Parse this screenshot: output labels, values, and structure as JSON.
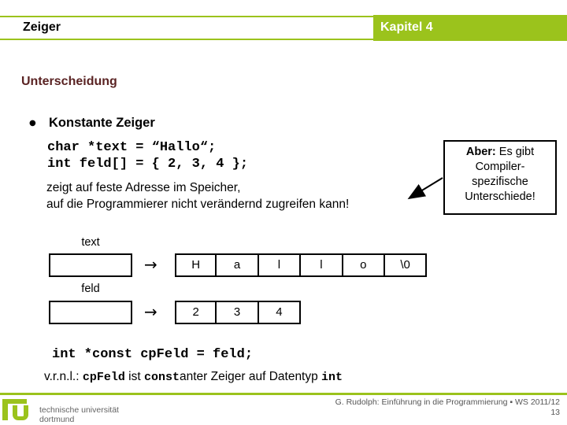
{
  "colors": {
    "green": "#9bc31c",
    "heading": "#5a2323"
  },
  "header": {
    "title": "Zeiger",
    "chapter": "Kapitel 4"
  },
  "content": {
    "heading": "Unterscheidung",
    "bullet_symbol": "●",
    "bullet_text": "Konstante Zeiger",
    "code_line1": "char *text = “Hallo“;",
    "code_line2": "int feld[] = { 2, 3, 4 };",
    "para_line1": "zeigt auf feste Adresse im Speicher,",
    "para_line2": "auf die Programmierer nicht verändernd zugreifen kann!",
    "callout": {
      "line1_bold": "Aber:",
      "line1_rest": " Es gibt",
      "line2": "Compiler-",
      "line3": "spezifische",
      "line4": "Unterschiede!"
    },
    "diagram": {
      "pointer1_label": "text",
      "pointer2_label": "feld",
      "arrow_symbol": "→",
      "row1_cells": [
        "H",
        "a",
        "l",
        "l",
        "o",
        "\\0"
      ],
      "row2_cells": [
        "2",
        "3",
        "4"
      ]
    },
    "code_line3": "int *const cpFeld = feld;",
    "explanation": {
      "prefix": "v.r.n.l.: ",
      "mono1": "cpFeld",
      "mid1": " ist ",
      "mono2": "const",
      "mid2": "anter Zeiger auf Datentyp ",
      "mono3": "int"
    }
  },
  "footer": {
    "institution_line1": "technische universität",
    "institution_line2": "dortmund",
    "credit": "G. Rudolph: Einführung in die Programmierung ▪ WS 2011/12",
    "page_number": "13"
  }
}
